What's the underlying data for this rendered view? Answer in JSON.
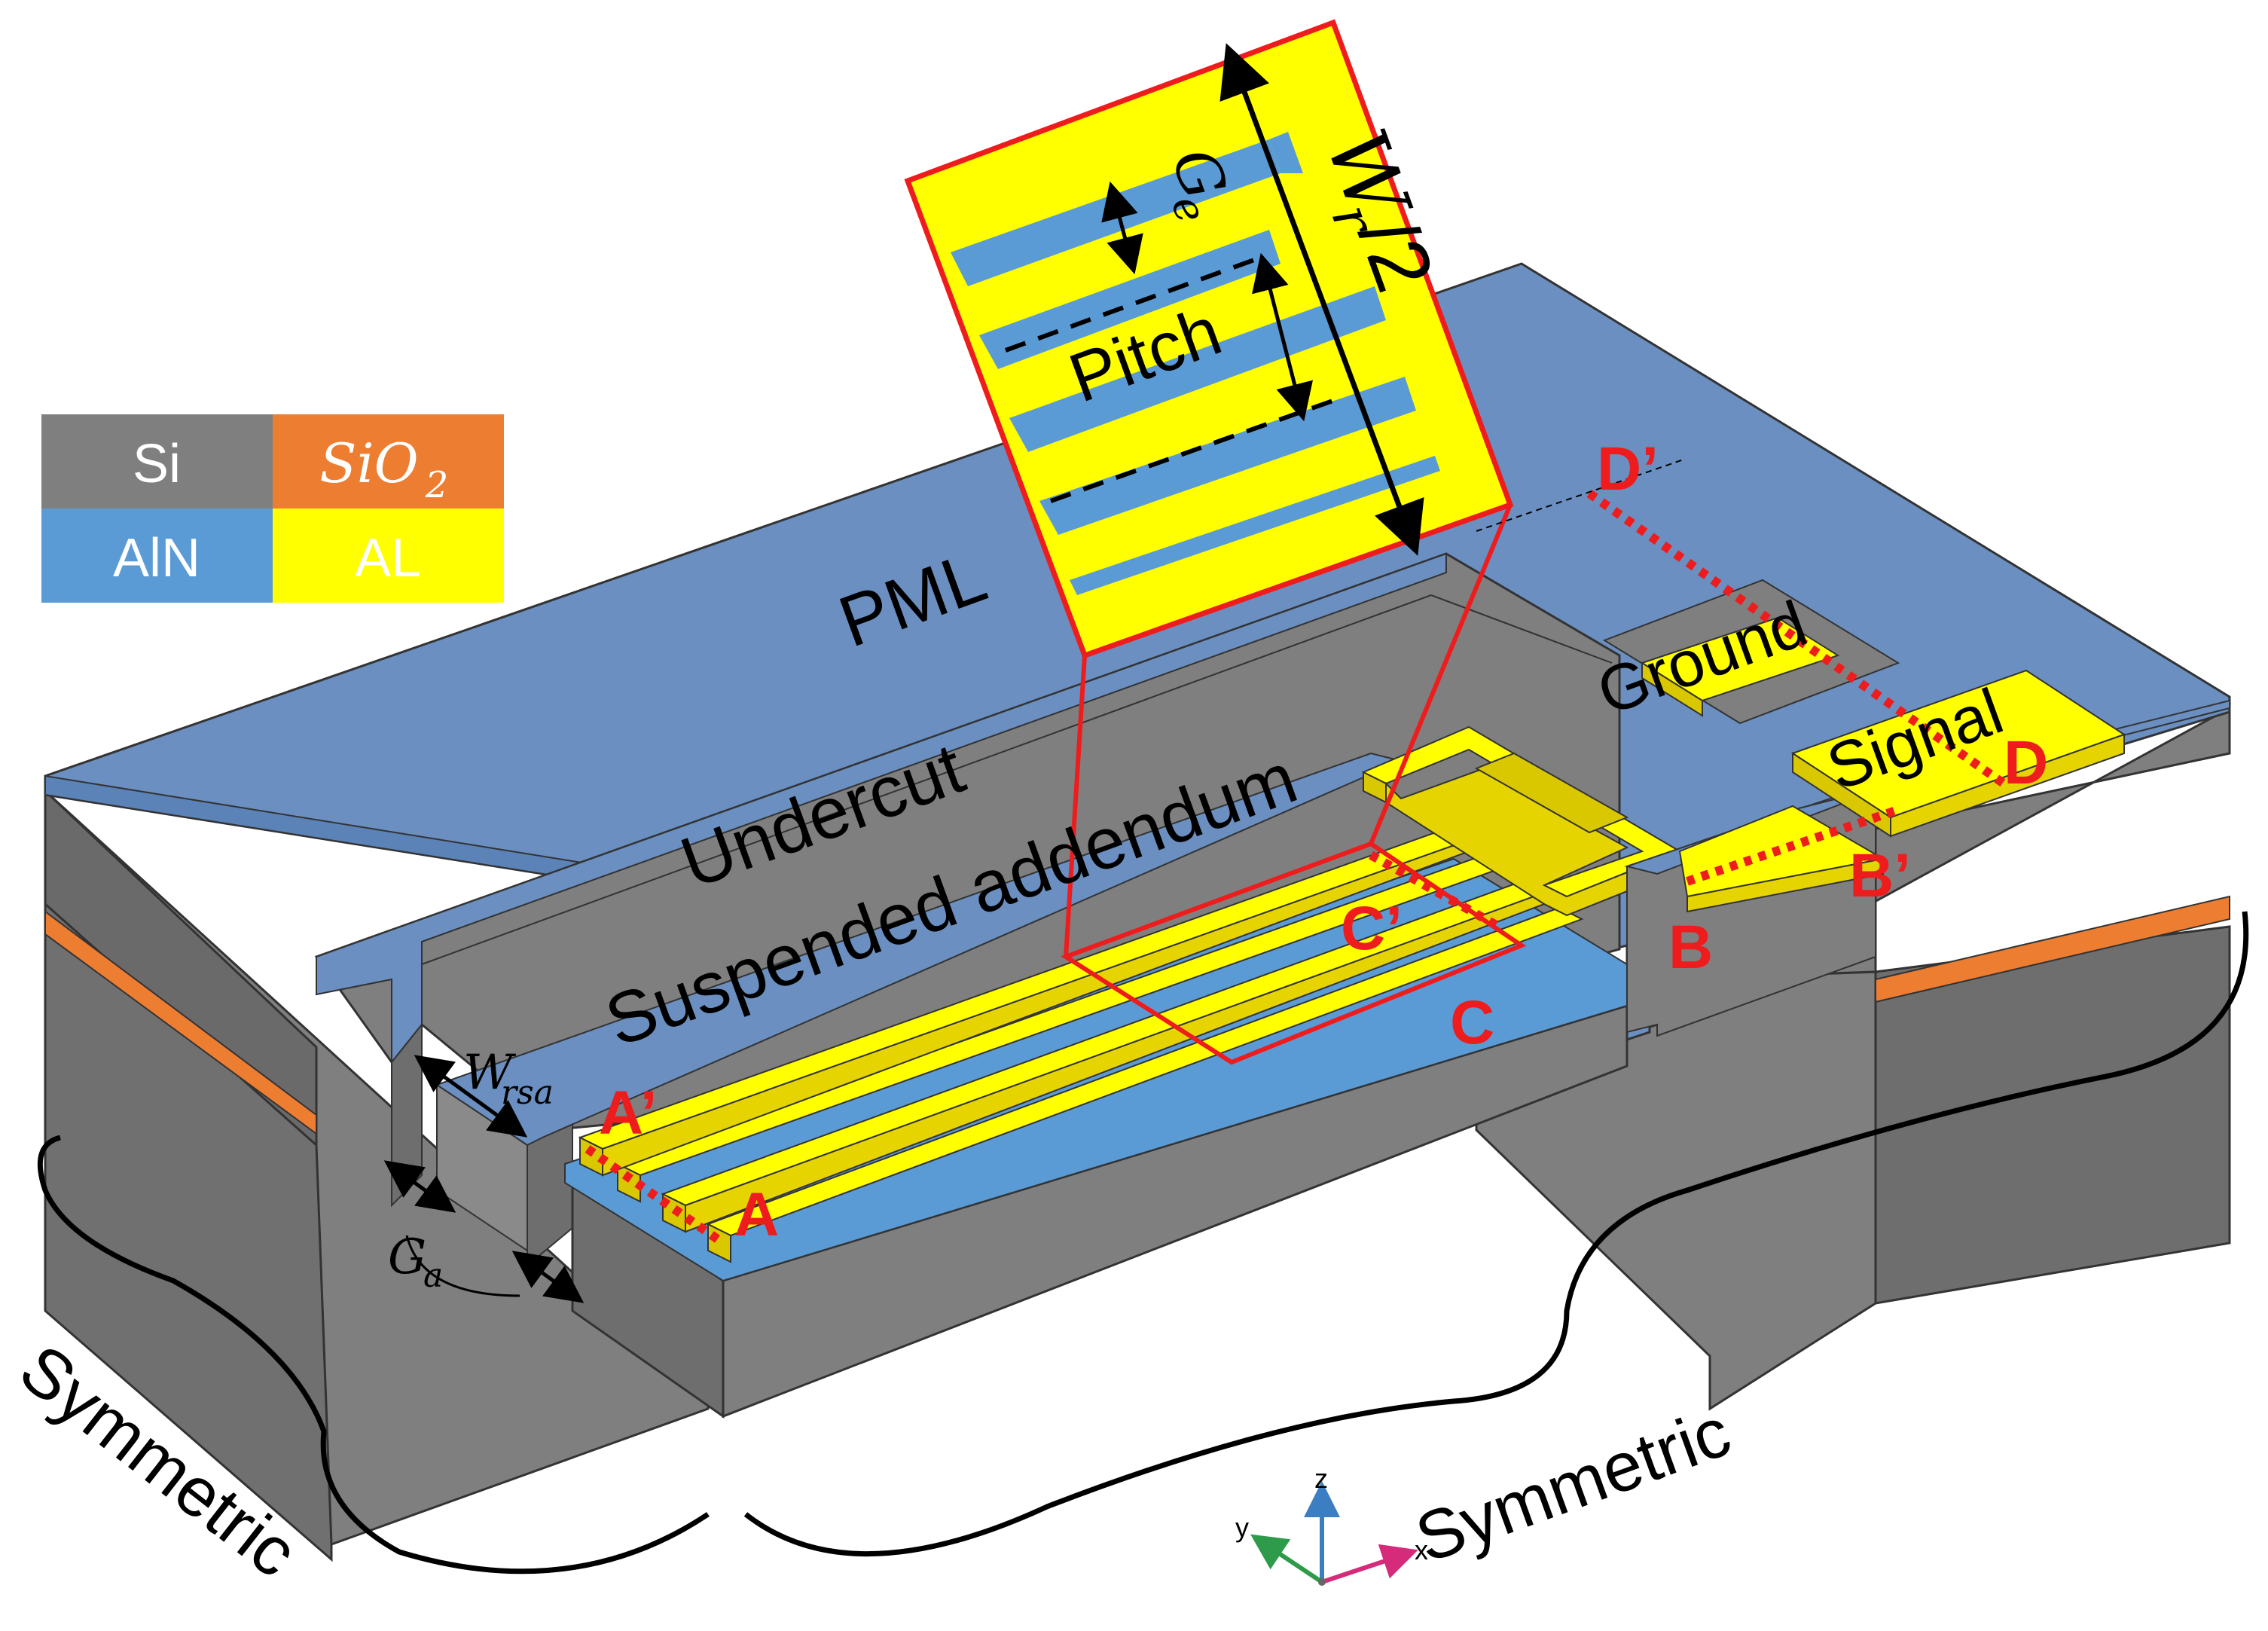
{
  "legend": [
    {
      "label": "Si",
      "color": "#7f7f7f"
    },
    {
      "label": "SiO",
      "sub": "2",
      "color": "#ed7d31"
    },
    {
      "label": "AlN",
      "color": "#5b9bd5"
    },
    {
      "label": "AL",
      "color": "#ffff00"
    }
  ],
  "colors": {
    "si_front": "#7f7f7f",
    "si_side": "#6e6e6e",
    "aln_top": "#6a8fc0",
    "aln_light": "#5b9bd5",
    "sio2": "#ed7d31",
    "al": "#ffff00",
    "al_shade": "#d9c800",
    "callout": "#ee1c1c"
  },
  "regions": {
    "pml": "PML",
    "undercut": "Undercut",
    "suspended": "Suspended addendum",
    "ground": "Ground",
    "signal": "Signal"
  },
  "inset": {
    "pitch": "Pitch",
    "ge_main": "G",
    "ge_sub": "e",
    "wr_main": "W",
    "wr_sub": "r",
    "wr_tail": "/2"
  },
  "dimensions": {
    "wrsa_main": "W",
    "wrsa_sub": "rsa",
    "ga_main": "G",
    "ga_sub": "a"
  },
  "cut_labels": {
    "a": "A",
    "a_prime": "A’",
    "b": "B",
    "b_prime": "B’",
    "c": "C",
    "c_prime": "C’",
    "d": "D",
    "d_prime": "D’"
  },
  "symmetry": {
    "left": "Symmetric",
    "right": "Symmetric"
  },
  "axes": {
    "x": "x",
    "y": "y",
    "z": "z"
  }
}
